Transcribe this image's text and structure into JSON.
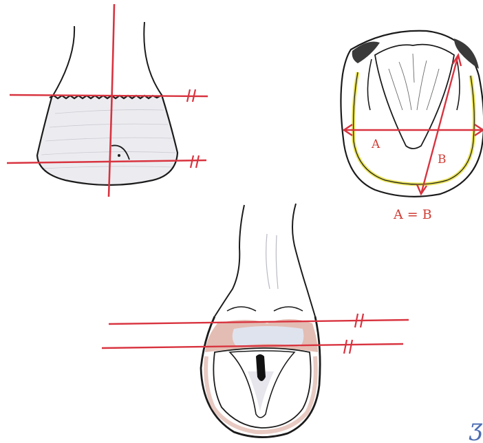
{
  "colors": {
    "outline": "#1b1b1b",
    "red_line": "#d8333f",
    "label_red": "#cf3e36",
    "shading": "#ececf0",
    "yellow_line": "#e9e25a",
    "heel_tint": "#d9a79a"
  },
  "icons": {
    "parallel_mark": "double-hash",
    "right_angle": "quarter-arc-with-dot"
  },
  "sole_view": {
    "label_a": "A",
    "label_b": "B",
    "equation": "A = B"
  },
  "watermark": {
    "text": "Ʒ"
  }
}
